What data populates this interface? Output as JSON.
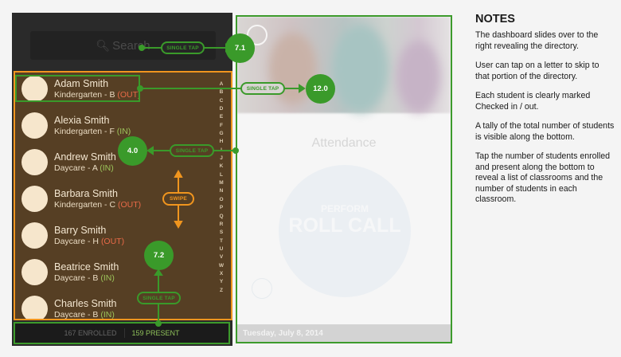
{
  "search": {
    "placeholder": "Search",
    "icon": "search-icon"
  },
  "students": [
    {
      "name": "Adam Smith",
      "class": "Kindergarten - B",
      "status": "(OUT)",
      "status_type": "out"
    },
    {
      "name": "Alexia Smith",
      "class": "Kindergarten - F",
      "status": "(IN)",
      "status_type": "in"
    },
    {
      "name": "Andrew Smith",
      "class": "Daycare - A",
      "status": "(IN)",
      "status_type": "in"
    },
    {
      "name": "Barbara Smith",
      "class": "Kindergarten - C",
      "status": "(OUT)",
      "status_type": "out"
    },
    {
      "name": "Barry Smith",
      "class": "Daycare - H",
      "status": "(OUT)",
      "status_type": "out"
    },
    {
      "name": "Beatrice Smith",
      "class": "Daycare - B",
      "status": "(IN)",
      "status_type": "in"
    },
    {
      "name": "Charles Smith",
      "class": "Daycare - B",
      "status": "(IN)",
      "status_type": "in"
    }
  ],
  "alphabet": [
    "A",
    "B",
    "C",
    "D",
    "E",
    "F",
    "G",
    "H",
    "I",
    "J",
    "K",
    "L",
    "M",
    "N",
    "O",
    "P",
    "Q",
    "R",
    "S",
    "T",
    "U",
    "V",
    "W",
    "X",
    "Y",
    "Z"
  ],
  "footer": {
    "enrolled": "167 ENROLLED",
    "present": "159 PRESENT"
  },
  "dashboard": {
    "title": "Attendance",
    "roll_call_top": "PERFORM",
    "roll_call_main": "ROLL CALL",
    "date": "Tuesday, July 8, 2014"
  },
  "annotations": {
    "tap_label": "SINGLE TAP",
    "swipe_label": "SWIPE",
    "badges": {
      "search": "7.1",
      "student": "12.0",
      "alphabet": "4.0",
      "footer": "7.2"
    }
  },
  "notes": {
    "title": "NOTES",
    "paragraphs": [
      "The dashboard slides over to the right revealing the directory.",
      "User can tap on a letter to skip to that portion of the directory.",
      "Each student is clearly marked Checked in / out.",
      "A tally of the total number of students is visible along the bottom.",
      "Tap the number of students enrolled and present along the bottom to reveal a list of classrooms and the number of students in each classroom."
    ]
  },
  "colors": {
    "annotation_green": "#3a9a2a",
    "annotation_orange": "#f0951e",
    "in": "#9cc45a",
    "out": "#e96a48"
  }
}
